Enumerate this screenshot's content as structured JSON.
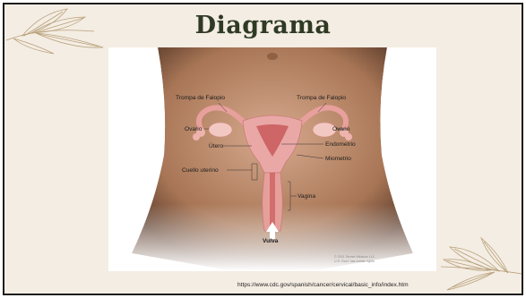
{
  "title": "Diagrama",
  "diagram": {
    "labels": {
      "fallopian_left": "Trompa de Falopio",
      "fallopian_right": "Trompa de Falopio",
      "ovary_left": "Ovario",
      "ovary_right": "Ovario",
      "uterus": "Útero",
      "endometrium": "Endometrio",
      "myometrium": "Miometrio",
      "cervix": "Cuello uterino",
      "vagina": "Vagina",
      "vulva": "Vulva"
    },
    "copyright": "© 2021 Terese Winslow LLC\nU.S. Govt. has certain rights"
  },
  "source_url": "https://www.cdc.gov/spanish/cancer/cervical/basic_info/index.htm",
  "colors": {
    "background": "#f4ede3",
    "title": "#2f3a24",
    "leaf_stroke": "#b8a07a",
    "skin": "#b98c6e",
    "organ": "#e9a8a6"
  }
}
